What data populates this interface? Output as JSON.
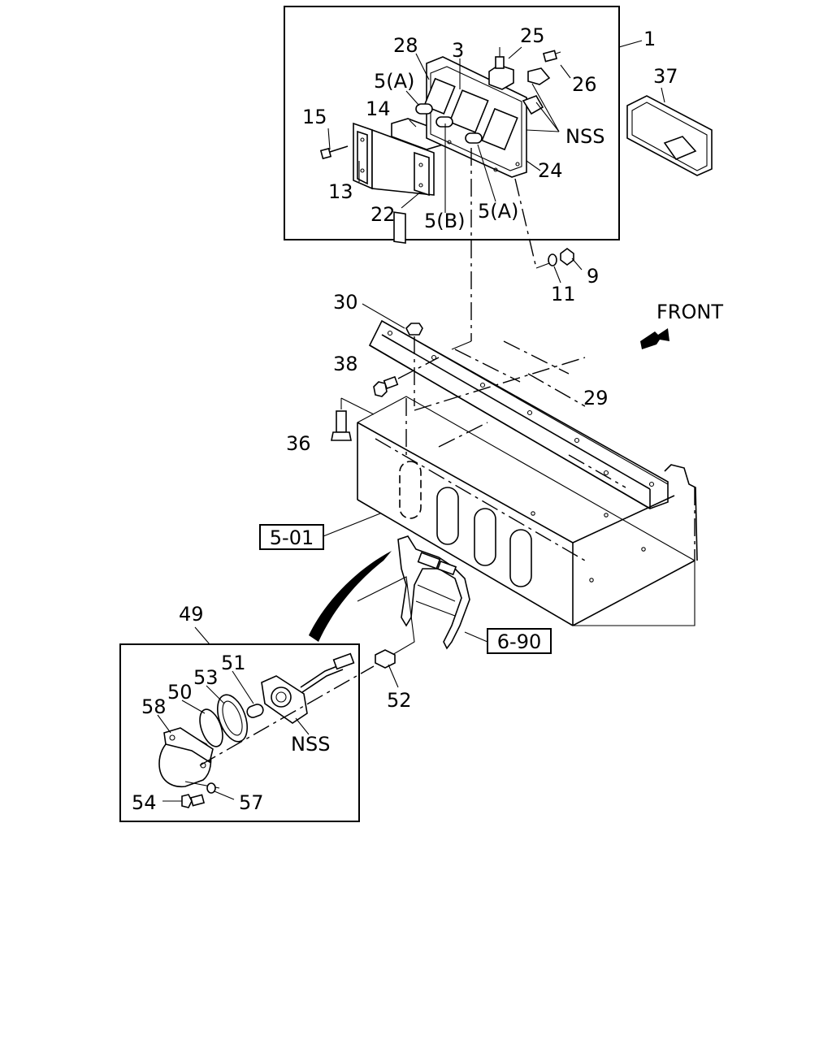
{
  "diagram": {
    "labels": {
      "l1": "1",
      "l3": "3",
      "l5a_top": "5(A)",
      "l5a_bottom": "5(A)",
      "l5b": "5(B)",
      "l9": "9",
      "l11": "11",
      "l13": "13",
      "l14": "14",
      "l15": "15",
      "l22": "22",
      "l24": "24",
      "l25": "25",
      "l26": "26",
      "l28": "28",
      "l29": "29",
      "l30": "30",
      "l36": "36",
      "l37": "37",
      "l38": "38",
      "l49": "49",
      "l50": "50",
      "l51": "51",
      "l52": "52",
      "l53": "53",
      "l54": "54",
      "l57": "57",
      "l58": "58",
      "nss_top": "NSS",
      "nss_bottom": "NSS",
      "front": "FRONT",
      "ref_501": "5-01",
      "ref_690": "6-90"
    }
  }
}
